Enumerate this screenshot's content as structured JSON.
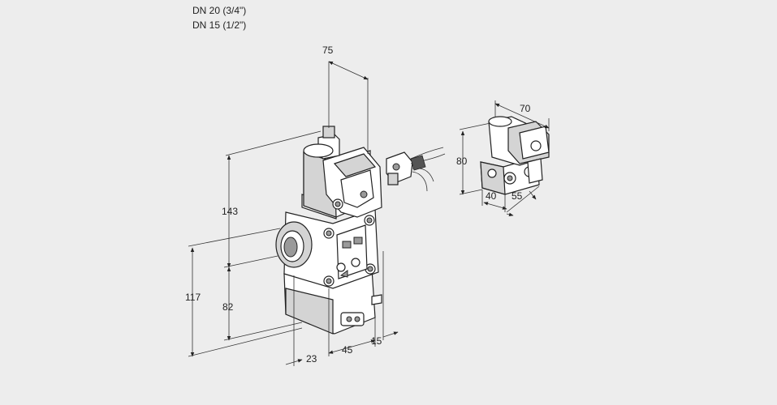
{
  "header": {
    "line1": "DN 20 (3/4\")",
    "line2": "DN 15 (1/2\")"
  },
  "dimensions": {
    "width_top": "75",
    "height_upper": "143",
    "height_total": "117",
    "height_lower": "82",
    "depth_front": "23",
    "depth_mid": "45",
    "depth_rear": "15",
    "detail_width": "70",
    "detail_height": "80",
    "detail_depth": "40",
    "detail_length": "55"
  },
  "colors": {
    "background": "#ededed",
    "line": "#222222",
    "fill": "#ffffff",
    "shade": "#d4d4d4"
  }
}
